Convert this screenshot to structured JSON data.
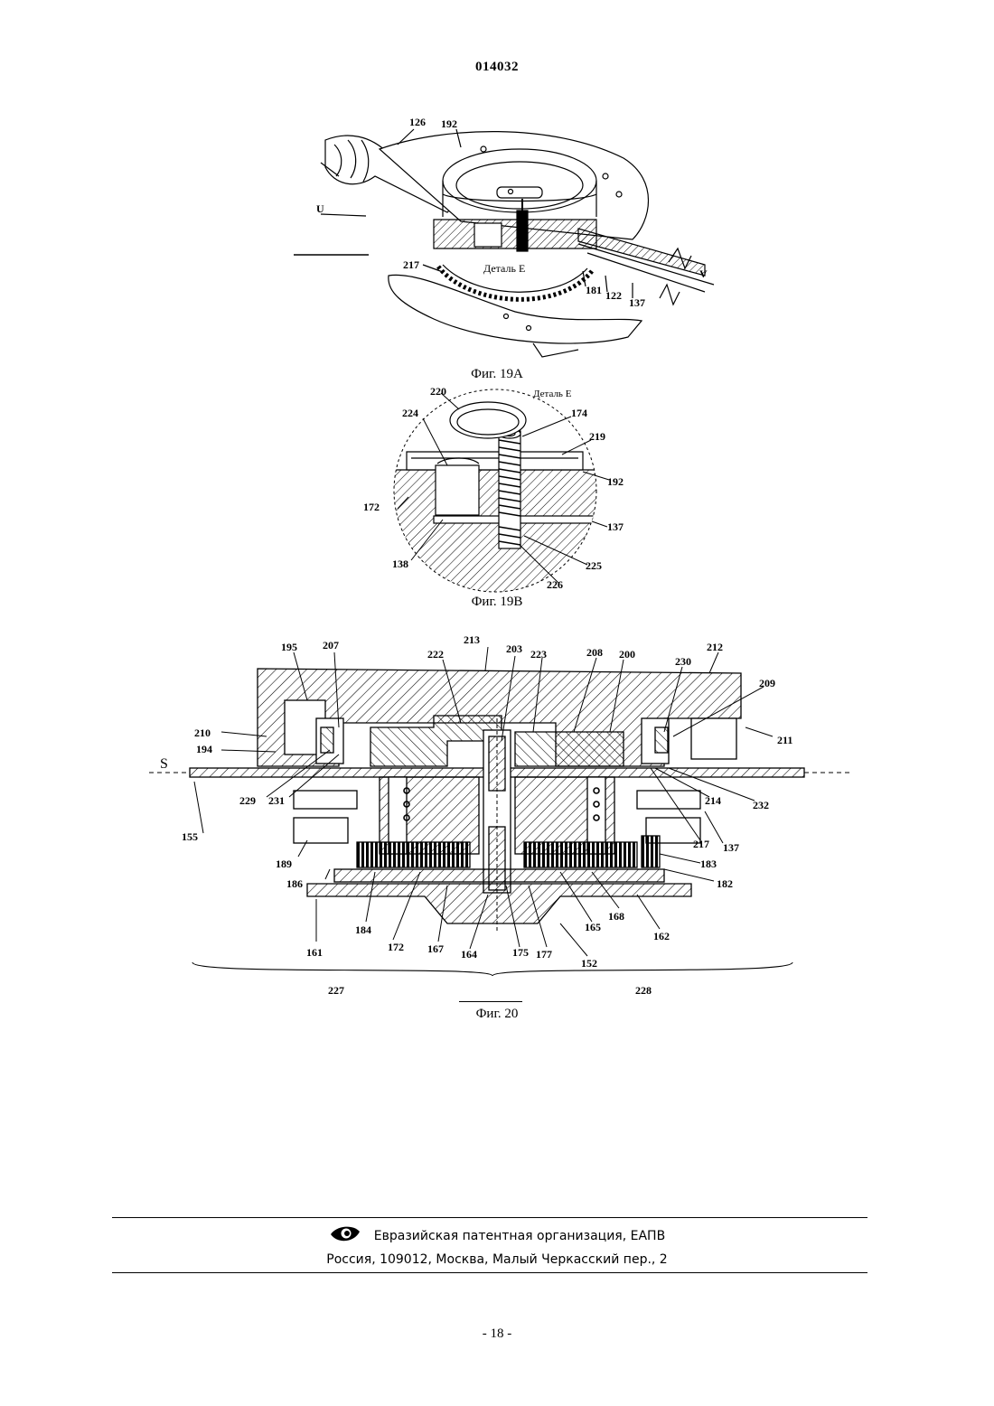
{
  "header": {
    "doc_number": "014032"
  },
  "fig19a": {
    "caption": "Фиг. 19А",
    "labels": {
      "l126": "126",
      "l192": "192",
      "lU": "U",
      "l217": "217",
      "detail": "Деталь Е",
      "l181": "181",
      "l122": "122",
      "l137": "137",
      "lV": "V"
    }
  },
  "fig19b": {
    "caption": "Фиг. 19В",
    "labels": {
      "detail": "Деталь Е",
      "l220": "220",
      "l224": "224",
      "l174": "174",
      "l219": "219",
      "l192": "192",
      "l172": "172",
      "l137": "137",
      "l138": "138",
      "l225": "225",
      "l226": "226"
    }
  },
  "fig20": {
    "caption": "Фиг. 20",
    "labels": {
      "l195": "195",
      "l207": "207",
      "l222": "222",
      "l213": "213",
      "l203": "203",
      "l223": "223",
      "l208": "208",
      "l200": "200",
      "l230": "230",
      "l212": "212",
      "l209": "209",
      "l210": "210",
      "l194": "194",
      "l211": "211",
      "lS": "S",
      "l229": "229",
      "l231": "231",
      "l214": "214",
      "l232": "232",
      "l155": "155",
      "l217": "217",
      "l137": "137",
      "l189": "189",
      "l183": "183",
      "l186": "186",
      "l182": "182",
      "l184": "184",
      "l168": "168",
      "l165": "165",
      "l162": "162",
      "l161": "161",
      "l172": "172",
      "l167": "167",
      "l164": "164",
      "l175": "175",
      "l177": "177",
      "l152": "152",
      "l227": "227",
      "l228": "228"
    }
  },
  "footer": {
    "organization": "Евразийская патентная организация, ЕАПВ",
    "address": "Россия, 109012, Москва, Малый Черкасский пер., 2",
    "logo_icon": "eapo-eye-logo-icon"
  },
  "page_number": "- 18 -"
}
